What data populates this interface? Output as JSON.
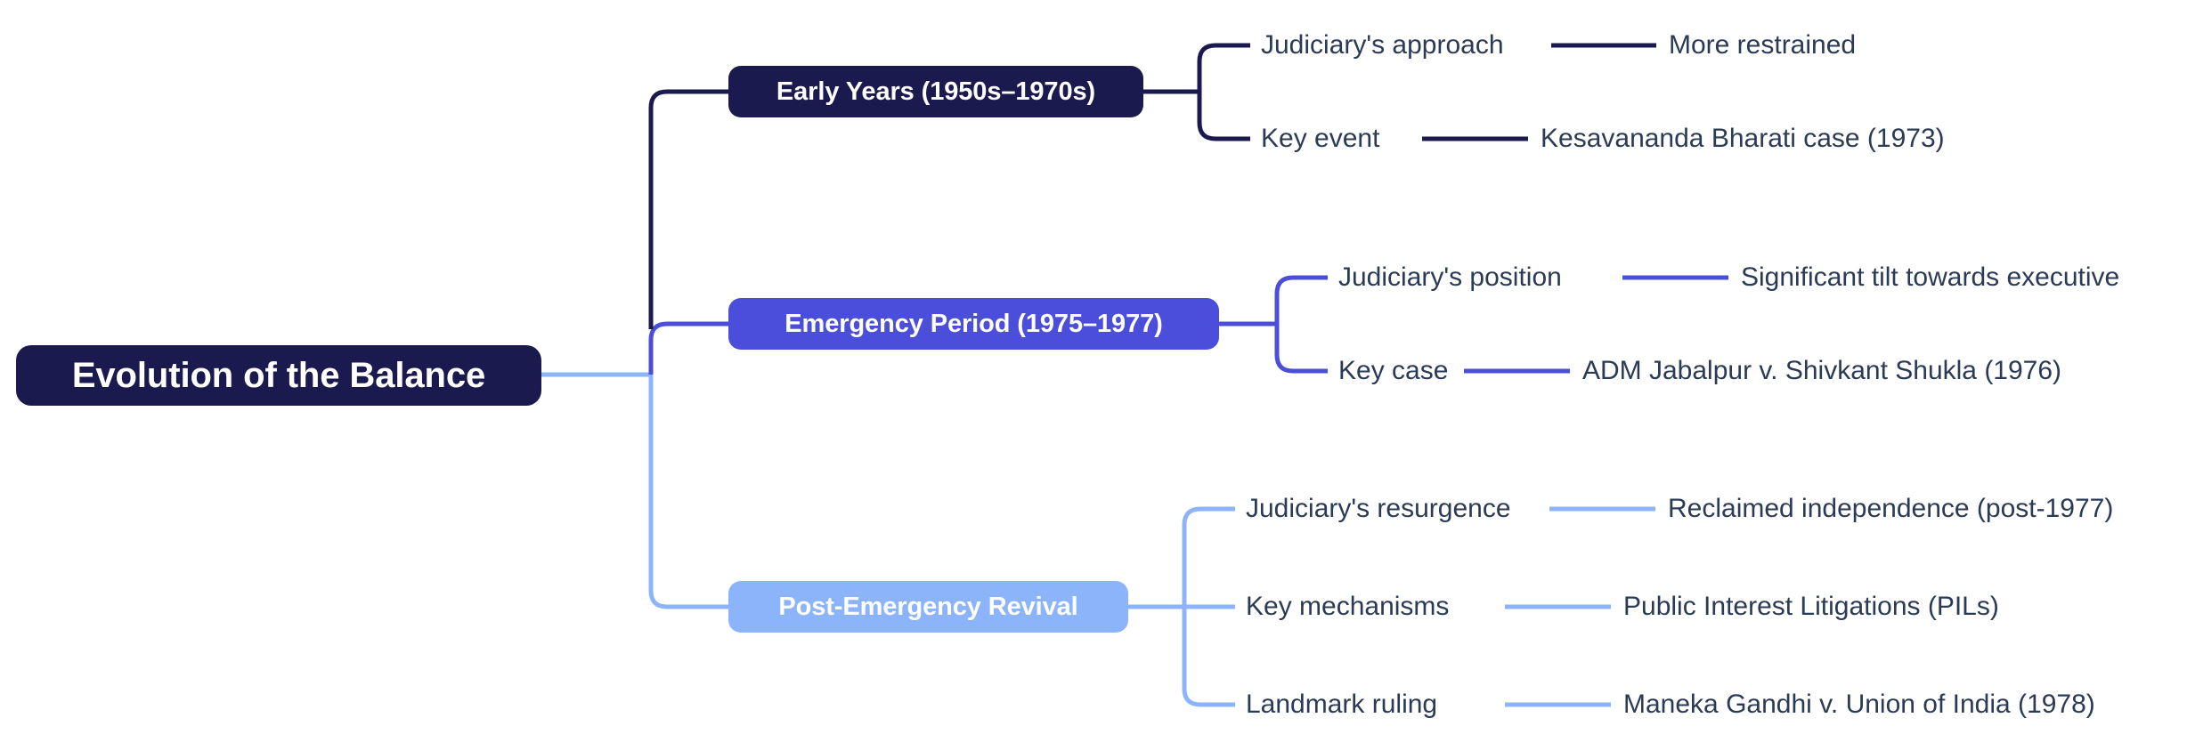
{
  "diagram": {
    "type": "mindmap",
    "orientation": "left-to-right",
    "root": {
      "label": "Evolution of the Balance",
      "color": "#1b1a4f"
    },
    "branches": [
      {
        "label": "Early Years (1950s–1970s)",
        "color": "#1b1a4f",
        "text_color": "#ffffff",
        "leaves": [
          {
            "key": "Judiciary's approach",
            "value": "More restrained"
          },
          {
            "key": "Key event",
            "value": "Kesavananda Bharati case (1973)"
          }
        ]
      },
      {
        "label": "Emergency Period (1975–1977)",
        "color": "#4b4ddb",
        "text_color": "#ffffff",
        "leaves": [
          {
            "key": "Judiciary's position",
            "value": "Significant tilt towards executive"
          },
          {
            "key": "Key case",
            "value": "ADM Jabalpur v. Shivkant Shukla (1976)"
          }
        ]
      },
      {
        "label": "Post-Emergency Revival",
        "color": "#8cb4fa",
        "text_color": "#ffffff",
        "leaves": [
          {
            "key": "Judiciary's resurgence",
            "value": "Reclaimed independence (post-1977)"
          },
          {
            "key": "Key mechanisms",
            "value": "Public Interest Litigations (PILs)"
          },
          {
            "key": "Landmark ruling",
            "value": "Maneka Gandhi v. Union of India (1978)"
          }
        ]
      }
    ],
    "palette": {
      "navy": "#1b1a4f",
      "indigo": "#4b4ddb",
      "light_blue": "#8cb4fa",
      "leaf_text": "#2b3a55",
      "background": "#ffffff"
    }
  }
}
